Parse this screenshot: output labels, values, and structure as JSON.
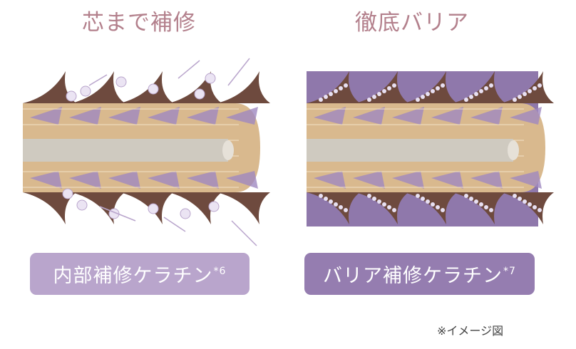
{
  "left": {
    "title": "芯まで補修",
    "label": "内部補修ケラチン",
    "footnote": "*6",
    "color": "#b9a5cc"
  },
  "right": {
    "title": "徹底バリア",
    "label": "バリア補修ケラチン",
    "footnote": "*7",
    "color": "#957db0"
  },
  "note": "※イメージ図",
  "colors": {
    "title": "#b3808c",
    "cuticle": "#6e4a3e",
    "cortex": "#d9b98e",
    "purple": "#9f88c0",
    "medulla": "#cfcac0",
    "barrier": "#8f78ab"
  }
}
